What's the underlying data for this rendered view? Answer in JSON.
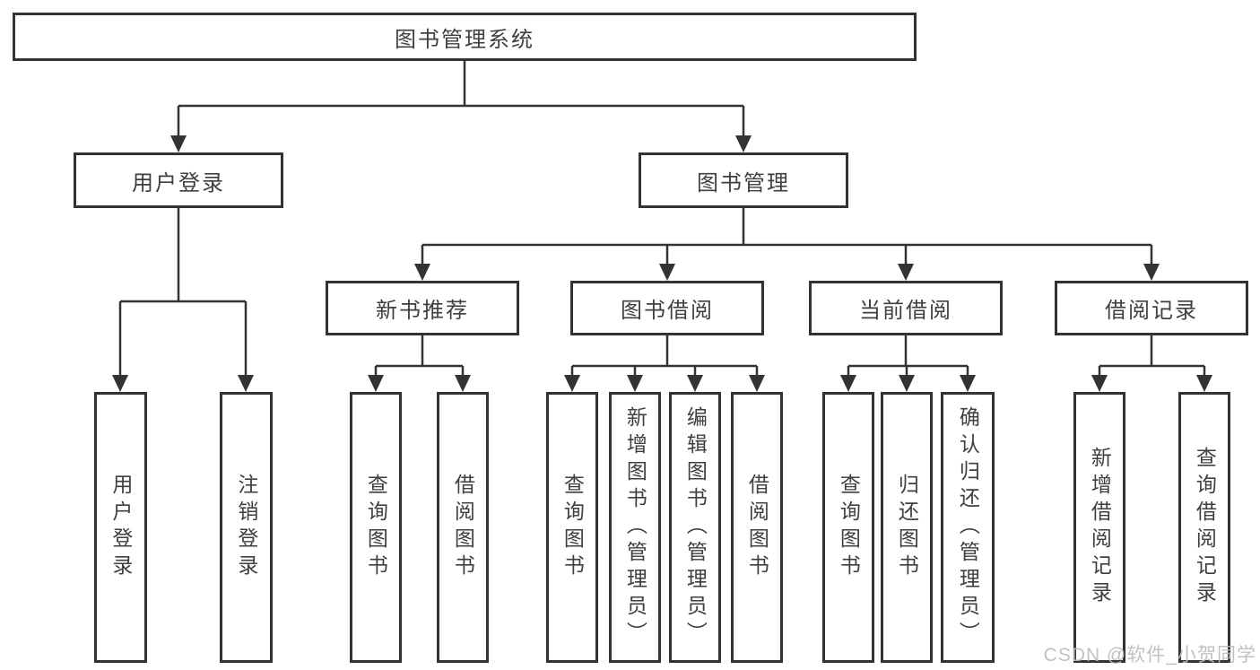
{
  "colors": {
    "line": "#333333",
    "text": "#3f3f3f",
    "watermark": "#bcbcbc",
    "background": "#ffffff"
  },
  "watermark": {
    "text": "CSDN @软件_小贺同学"
  },
  "tree": {
    "root": {
      "label": "图书管理系统"
    },
    "children": [
      {
        "label": "用户登录",
        "children": [
          {
            "label": "用户登录"
          },
          {
            "label": "注销登录"
          }
        ]
      },
      {
        "label": "图书管理",
        "children": [
          {
            "label": "新书推荐",
            "children": [
              {
                "label": "查询图书"
              },
              {
                "label": "借阅图书"
              }
            ]
          },
          {
            "label": "图书借阅",
            "children": [
              {
                "label": "查询图书"
              },
              {
                "label": "新增图书（管理员）"
              },
              {
                "label": "编辑图书（管理员）"
              },
              {
                "label": "借阅图书"
              }
            ]
          },
          {
            "label": "当前借阅",
            "children": [
              {
                "label": "查询图书"
              },
              {
                "label": "归还图书"
              },
              {
                "label": "确认归还（管理员）"
              }
            ]
          },
          {
            "label": "借阅记录",
            "children": [
              {
                "label": "新增借阅记录"
              },
              {
                "label": "查询借阅记录"
              }
            ]
          }
        ]
      }
    ]
  }
}
